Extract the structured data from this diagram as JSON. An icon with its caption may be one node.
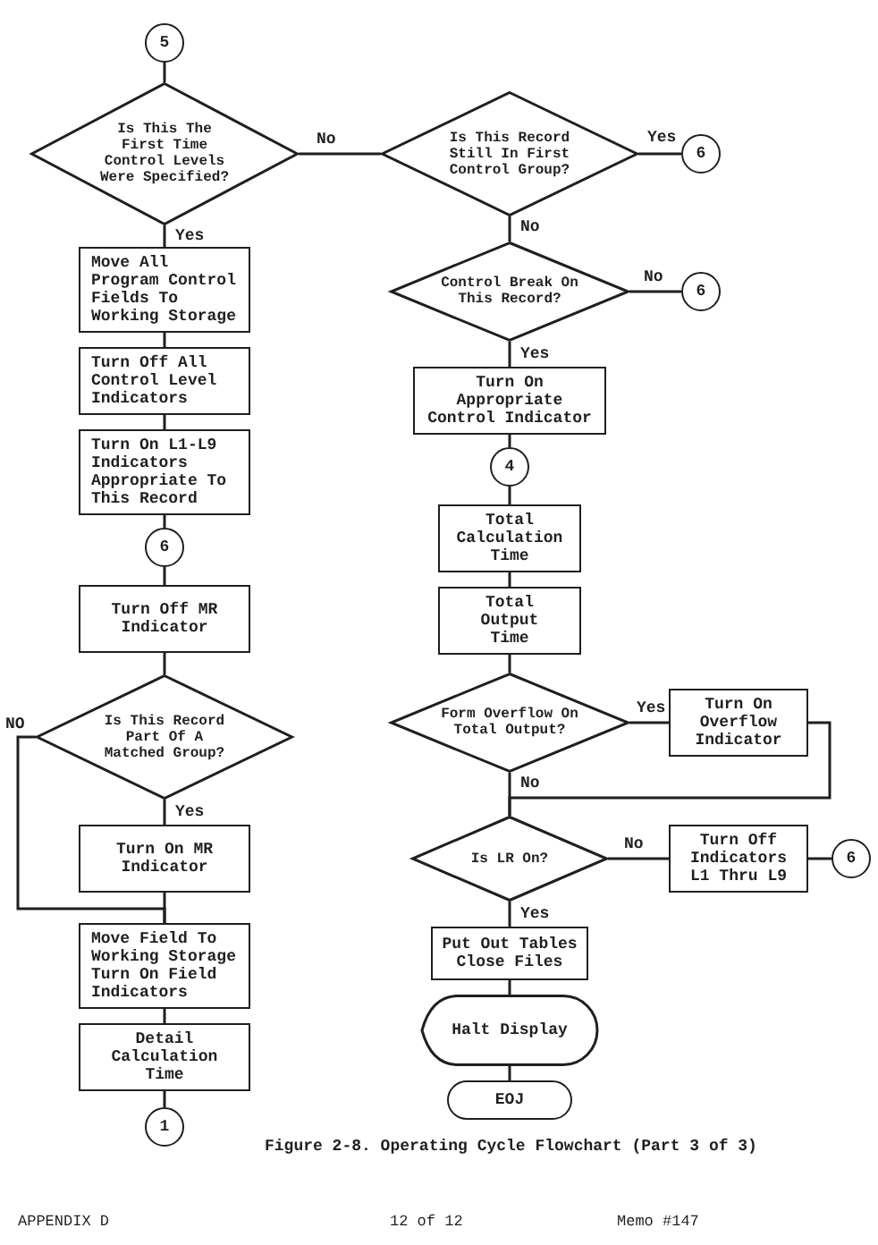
{
  "diagram": {
    "caption": "Figure 2-8. Operating Cycle Flowchart (Part 3 of 3)",
    "nodes": [
      {
        "text": [
          "5"
        ]
      },
      {
        "text": [
          "Is This The First Time Control Levels Were Specified?"
        ]
      },
      {
        "text": [
          "Move All Program Control Fields To Working Storage"
        ]
      },
      {
        "text": [
          "Turn Off All Control Level Indicators"
        ]
      },
      {
        "text": [
          "Turn On L1-L9 Indicators Appropriate To This Record"
        ]
      },
      {
        "text": [
          "6"
        ]
      },
      {
        "text": [
          "Turn Off MR Indicator"
        ]
      },
      {
        "text": [
          "Is This Record Part Of A Matched Group?"
        ]
      },
      {
        "text": [
          "Turn On MR Indicator"
        ]
      },
      {
        "text": [
          "Move Field To Working Storage Turn On Field Indicators"
        ]
      },
      {
        "text": [
          "Detail Calculation Time"
        ]
      },
      {
        "text": [
          "1"
        ]
      },
      {
        "text": [
          "Is This Record Still In First Control Group?"
        ]
      },
      {
        "text": [
          "6"
        ]
      },
      {
        "text": [
          "Control Break On This Record?"
        ]
      },
      {
        "text": [
          "6"
        ]
      },
      {
        "text": [
          "Turn On Appropriate Control Indicator"
        ]
      },
      {
        "text": [
          "4"
        ]
      },
      {
        "text": [
          "Total Calculation Time"
        ]
      },
      {
        "text": [
          "Total Output Time"
        ]
      },
      {
        "text": [
          "Form Overflow On Total Output?"
        ]
      },
      {
        "text": [
          "Turn On Overflow Indicator"
        ]
      },
      {
        "text": [
          "Is LR On?"
        ]
      },
      {
        "text": [
          "Turn Off Indicators L1 Thru L9"
        ]
      },
      {
        "text": [
          "6"
        ]
      },
      {
        "text": [
          "Put Out Tables Close Files"
        ]
      },
      {
        "text": [
          "Halt Display"
        ]
      },
      {
        "text": [
          "EOJ"
        ]
      }
    ],
    "edges": [
      {
        "from": 0,
        "to": 1,
        "arrow": "none"
      },
      {
        "from": 1,
        "to": 12,
        "arrow": "none",
        "label": "No"
      },
      {
        "from": 1,
        "to": 2,
        "arrow": "none",
        "label": "Yes"
      },
      {
        "from": 2,
        "to": 3,
        "arrow": "none"
      },
      {
        "from": 3,
        "to": 4,
        "arrow": "none"
      },
      {
        "from": 4,
        "to": 5,
        "arrow": "none"
      },
      {
        "from": 5,
        "to": 6,
        "arrow": "none"
      },
      {
        "from": 6,
        "to": 7,
        "arrow": "none"
      },
      {
        "from": 7,
        "to": 8,
        "arrow": "none",
        "label": "Yes"
      },
      {
        "from": 7,
        "to": 9,
        "arrow": "none",
        "label": "NO"
      },
      {
        "from": 8,
        "to": 9,
        "arrow": "none"
      },
      {
        "from": 9,
        "to": 10,
        "arrow": "none"
      },
      {
        "from": 10,
        "to": 11,
        "arrow": "none"
      },
      {
        "from": 12,
        "to": 13,
        "arrow": "none",
        "label": "Yes"
      },
      {
        "from": 12,
        "to": 14,
        "arrow": "none",
        "label": "No"
      },
      {
        "from": 14,
        "to": 15,
        "arrow": "none",
        "label": "No"
      },
      {
        "from": 14,
        "to": 16,
        "arrow": "none",
        "label": "Yes"
      },
      {
        "from": 16,
        "to": 17,
        "arrow": "none"
      },
      {
        "from": 17,
        "to": 18,
        "arrow": "none"
      },
      {
        "from": 18,
        "to": 19,
        "arrow": "none"
      },
      {
        "from": 19,
        "to": 20,
        "arrow": "none"
      },
      {
        "from": 20,
        "to": 21,
        "arrow": "none",
        "label": "Yes"
      },
      {
        "from": 20,
        "to": 22,
        "arrow": "none",
        "label": "No"
      },
      {
        "from": 21,
        "to": 22,
        "arrow": "none"
      },
      {
        "from": 22,
        "to": 23,
        "arrow": "none",
        "label": "No"
      },
      {
        "from": 23,
        "to": 24,
        "arrow": "none"
      },
      {
        "from": 22,
        "to": 25,
        "arrow": "none",
        "label": "Yes"
      },
      {
        "from": 25,
        "to": 26,
        "arrow": "none"
      },
      {
        "from": 26,
        "to": 27,
        "arrow": "none"
      }
    ],
    "labels": [
      "APPENDIX D",
      "12 of 12",
      "Memo #147"
    ]
  }
}
